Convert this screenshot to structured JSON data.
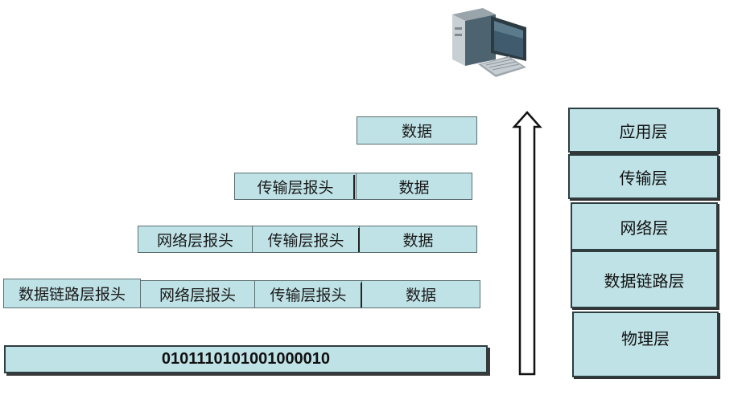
{
  "rows": {
    "row1": {
      "data": "数据"
    },
    "row2": {
      "transport_header": "传输层报头",
      "data": "数据"
    },
    "row3": {
      "network_header": "网络层报头",
      "transport_header": "传输层报头",
      "data": "数据"
    },
    "row4": {
      "datalink_header": "数据链路层报头",
      "network_header": "网络层报头",
      "transport_header": "传输层报头",
      "data": "数据"
    },
    "bits": "0101110101001000010"
  },
  "layers": [
    "应用层",
    "传输层",
    "网络层",
    "数据链路层",
    "物理层"
  ],
  "icons": {
    "computer": "desktop-computer-icon",
    "arrow": "up-arrow-icon"
  },
  "colors": {
    "cell_fill": "#bfe2e6",
    "border": "#2d3d40"
  }
}
